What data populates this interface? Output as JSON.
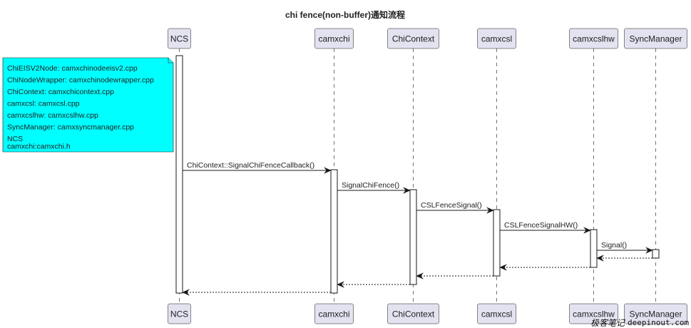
{
  "title": "chi fence(non-buffer)通知流程",
  "participants": [
    {
      "id": "ncs",
      "label": "NCS"
    },
    {
      "id": "camxchi",
      "label": "camxchi"
    },
    {
      "id": "chicontext",
      "label": "ChiContext"
    },
    {
      "id": "camxcsl",
      "label": "camxcsl"
    },
    {
      "id": "camxcslhw",
      "label": "camxcslhw"
    },
    {
      "id": "syncmanager",
      "label": "SyncManager"
    }
  ],
  "note": {
    "lines": [
      "ChiEISV2Node: camxchinodeeisv2.cpp",
      "ChiNodeWrapper: camxchinodewrapper.cpp",
      "ChiContext: camxchicontext.cpp",
      "camxcsl:  camxcsl.cpp",
      "camxcslhw: camxcslhw.cpp",
      "SyncManager: camxsyncmanager.cpp",
      "NCS",
      "camxchi:camxchi.h"
    ]
  },
  "messages": [
    {
      "from": "ncs",
      "to": "camxchi",
      "label": "ChiContext::SignalChiFenceCallback()",
      "type": "call"
    },
    {
      "from": "camxchi",
      "to": "chicontext",
      "label": "SignalChiFence()",
      "type": "call"
    },
    {
      "from": "chicontext",
      "to": "camxcsl",
      "label": "CSLFenceSignal()",
      "type": "call"
    },
    {
      "from": "camxcsl",
      "to": "camxcslhw",
      "label": "CSLFenceSignalHW()",
      "type": "call"
    },
    {
      "from": "camxcslhw",
      "to": "syncmanager",
      "label": "Signal()",
      "type": "call"
    },
    {
      "from": "syncmanager",
      "to": "camxcslhw",
      "label": "",
      "type": "return"
    },
    {
      "from": "camxcslhw",
      "to": "camxcsl",
      "label": "",
      "type": "return"
    },
    {
      "from": "camxcsl",
      "to": "chicontext",
      "label": "",
      "type": "return"
    },
    {
      "from": "chicontext",
      "to": "camxchi",
      "label": "",
      "type": "return"
    },
    {
      "from": "camxchi",
      "to": "ncs",
      "label": "",
      "type": "return"
    }
  ],
  "watermark": {
    "cn": "极客笔记",
    "url": "deepinout.com"
  },
  "colors": {
    "participant_fill": "#e2e2f0",
    "participant_border": "#181818",
    "note_fill": "#00ffff",
    "line": "#181818"
  }
}
